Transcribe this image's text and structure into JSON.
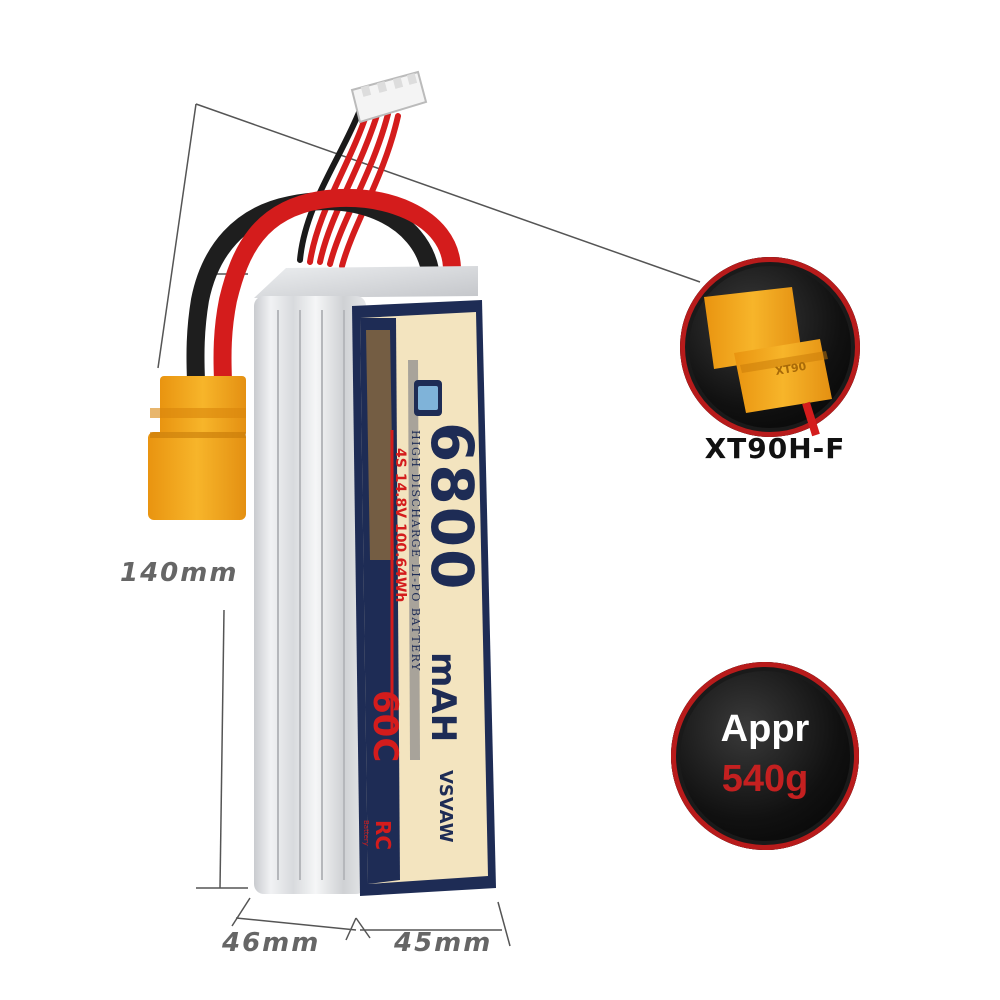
{
  "product": {
    "brand": "VSVAW",
    "capacity": "6800",
    "capacity_unit": "mAH",
    "spec_line": "4S 14.8V 100.64Wh",
    "descriptor": "HIGH DISCHARGE LI-PO BATTERY",
    "discharge_rate": "60C",
    "series_badge": "RC",
    "series_sub": "Battery"
  },
  "dimensions": {
    "length": "140mm",
    "width": "46mm",
    "height": "45mm"
  },
  "connector": {
    "label": "XT90H-F",
    "body_mark": "XT90"
  },
  "weight": {
    "line1": "Appr",
    "line2": "540g"
  },
  "colors": {
    "connector_yellow": "#f4a81c",
    "wire_red": "#d41c1c",
    "badge_ring": "#b81b1b",
    "label_navy": "#1e2c55",
    "label_cream": "#f3e4bf"
  },
  "icons": [
    "battery-pack",
    "xt90-connector-icon",
    "balance-plug-icon"
  ]
}
